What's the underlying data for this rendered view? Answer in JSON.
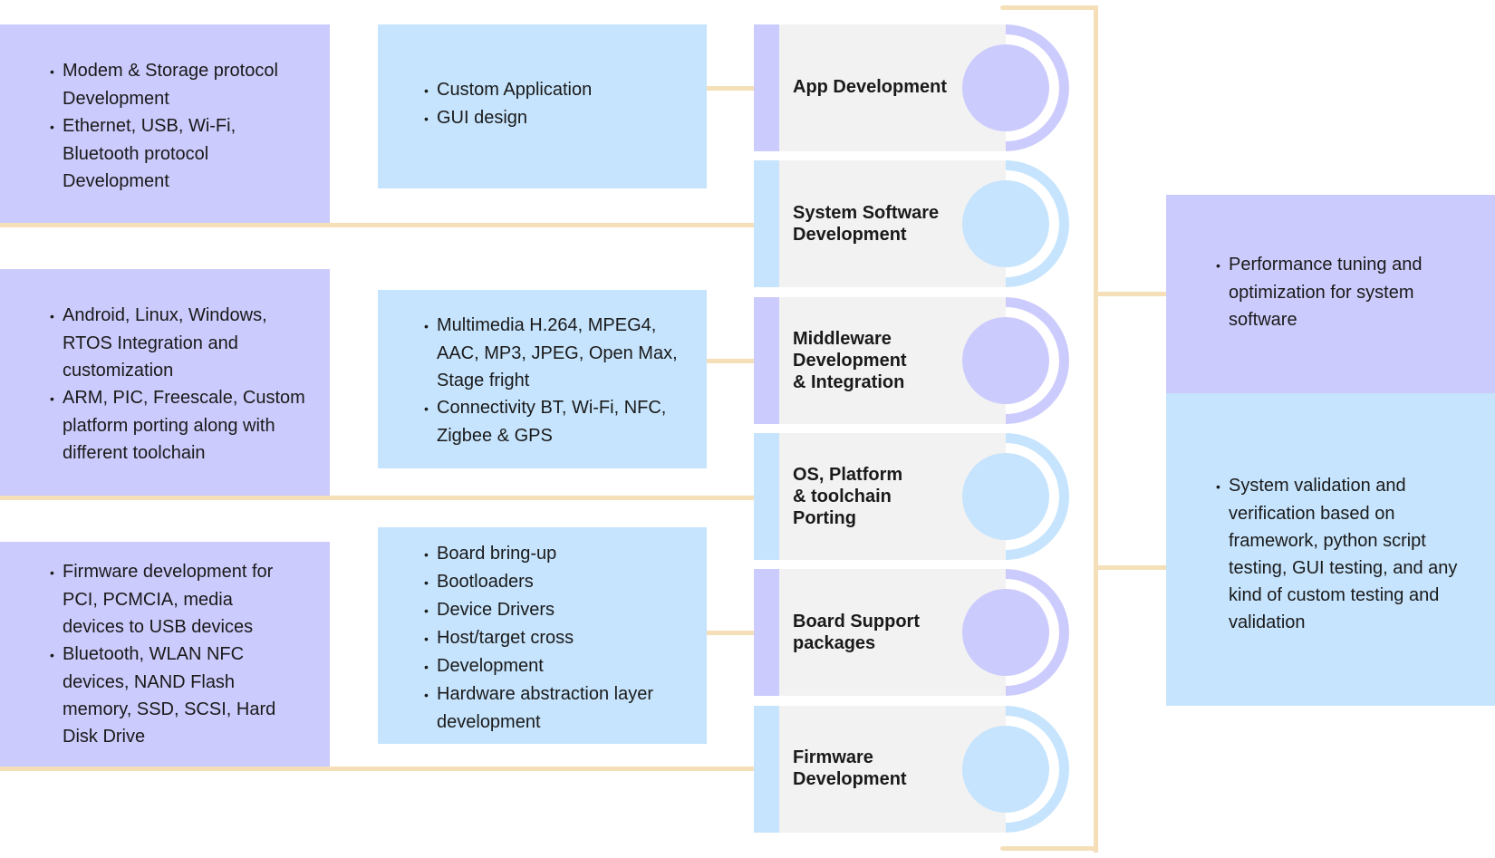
{
  "colors": {
    "purple": "#cccbfd",
    "blue": "#c6e4fd",
    "connector": "#f4dfb9",
    "stage_bg": "#f2f2f2"
  },
  "stages": [
    {
      "label": "App Development",
      "color": "purple"
    },
    {
      "label": "System Software\nDevelopment",
      "color": "blue"
    },
    {
      "label": "Middleware\nDevelopment\n& Integration",
      "color": "purple"
    },
    {
      "label": "OS, Platform\n& toolchain\nPorting",
      "color": "blue"
    },
    {
      "label": "Board Support\npackages",
      "color": "purple"
    },
    {
      "label": "Firmware\nDevelopment",
      "color": "blue"
    }
  ],
  "left_boxes": [
    {
      "items": [
        "Modem & Storage protocol Development",
        "Ethernet, USB, Wi-Fi, Bluetooth protocol Development"
      ]
    },
    {
      "items": [
        "Android, Linux, Windows, RTOS Integration and customization",
        "ARM, PIC, Freescale, Custom platform porting along with different toolchain"
      ]
    },
    {
      "items": [
        "Firmware development for PCI, PCMCIA, media devices to USB devices",
        "Bluetooth, WLAN NFC devices, NAND Flash memory, SSD, SCSI, Hard Disk Drive"
      ]
    }
  ],
  "mid_boxes": [
    {
      "items": [
        "Custom Application",
        "GUI design"
      ]
    },
    {
      "items": [
        "Multimedia H.264, MPEG4, AAC, MP3, JPEG, Open Max, Stage fright",
        "Connectivity BT, Wi-Fi, NFC, Zigbee & GPS"
      ]
    },
    {
      "items": [
        "Board bring-up",
        "Bootloaders",
        "Device Drivers",
        "Host/target cross",
        "Development",
        "Hardware abstraction layer development"
      ]
    }
  ],
  "right_panels": [
    {
      "items": [
        "Performance tuning and optimization for system software"
      ]
    },
    {
      "items": [
        "System validation and verification based on framework, python script testing, GUI testing, and any kind of custom testing and validation"
      ]
    }
  ]
}
